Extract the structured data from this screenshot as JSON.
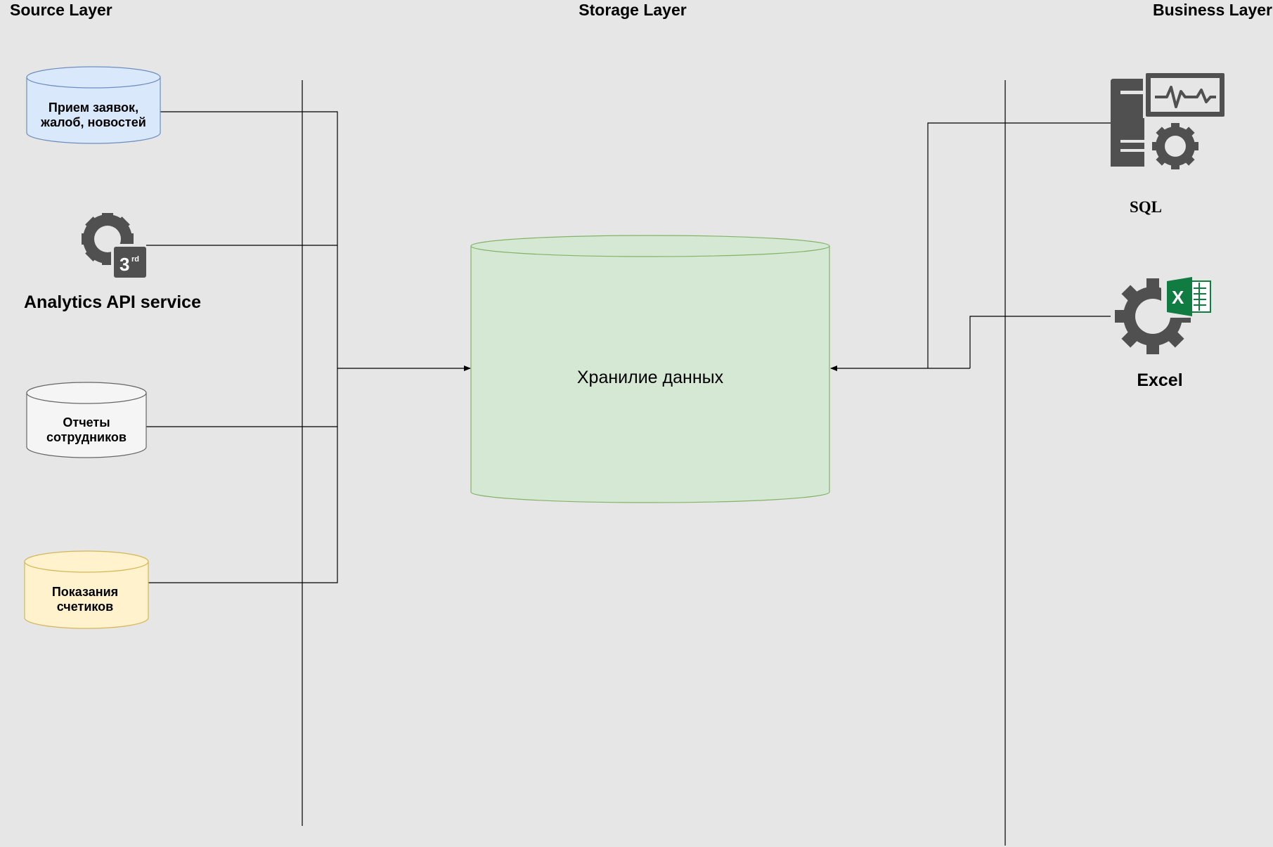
{
  "layers": {
    "source": "Source Layer",
    "storage": "Storage Layer",
    "business": "Business Layer"
  },
  "sources": {
    "requests": {
      "line1": "Прием заявок,",
      "line2": "жалоб, новостей",
      "color": "#dae8fc",
      "stroke": "#6c8ebf"
    },
    "api": {
      "label": "Analytics API service",
      "badge": "3",
      "badge_sup": "rd",
      "icon": "gear-third-party-icon"
    },
    "reports": {
      "line1": "Отчеты",
      "line2": "сотрудников",
      "color": "#f5f5f5",
      "stroke": "#666666"
    },
    "meters": {
      "line1": "Показания",
      "line2": "счетиков",
      "color": "#fff2cc",
      "stroke": "#d6b656"
    }
  },
  "storage": {
    "label": "Хранилие данных",
    "color": "#d5e8d4",
    "stroke": "#82b366"
  },
  "business": {
    "sql": {
      "label": "SQL",
      "icon": "server-monitor-gear-icon"
    },
    "excel": {
      "label": "Excel",
      "icon": "gear-excel-icon",
      "excel_color": "#107c41"
    }
  },
  "colors": {
    "background": "#e6e6e6",
    "icon": "#505050"
  }
}
